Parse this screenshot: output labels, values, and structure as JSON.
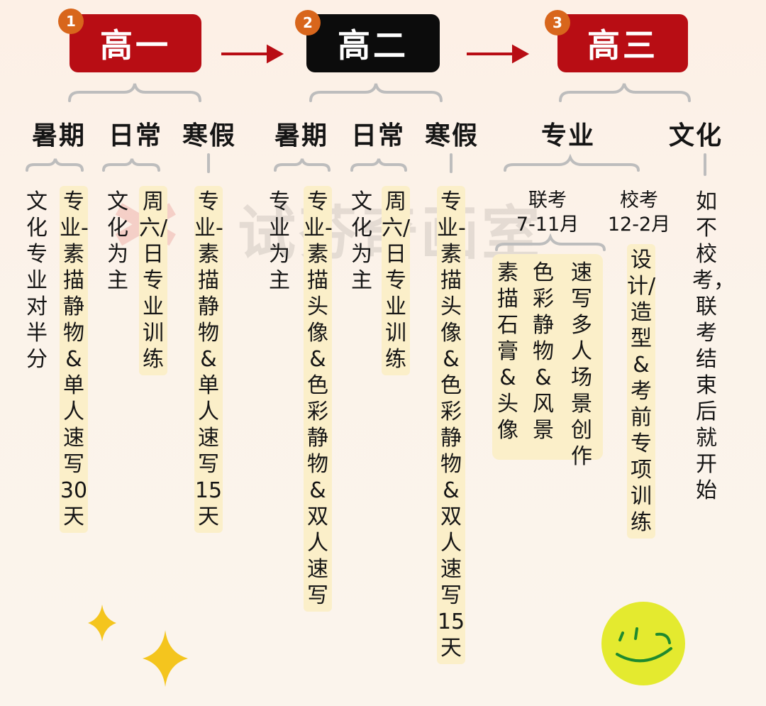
{
  "grades": [
    {
      "num": "1",
      "title": "高一",
      "color": "#b80d14"
    },
    {
      "num": "2",
      "title": "高二",
      "color": "#0c0c0c"
    },
    {
      "num": "3",
      "title": "高三",
      "color": "#b80d14"
    }
  ],
  "g1": {
    "summer": "暑期",
    "daily": "日常",
    "winter": "寒假",
    "summer_col1": "文化专业对半分",
    "summer_col2": "专业-素描静物&单人速写30天",
    "daily_col1": "文化为主",
    "daily_col2": "周六/日专业训练",
    "winter_col": "专业-素描静物&单人速写15天"
  },
  "g2": {
    "summer": "暑期",
    "daily": "日常",
    "winter": "寒假",
    "summer_col1": "专业为主",
    "summer_col2": "专业-素描头像&色彩静物&双人速写",
    "daily_col1": "文化为主",
    "daily_col2": "周六/日专业训练",
    "winter_col": "专业-素描头像&色彩静物&双人速写15天"
  },
  "g3": {
    "major": "专业",
    "culture": "文化",
    "joint_exam": "联考",
    "joint_time": "7-11月",
    "school_exam": "校考",
    "school_time": "12-2月",
    "joint_col1": "素描石膏&头像",
    "joint_col2": "色彩静物&风景",
    "joint_col3": "速写多人场景创作",
    "school_col": "设计/造型&考前专项训练",
    "culture_col": "如不校考，联考结束后就开始"
  },
  "watermark": "试芬奇画室",
  "colors": {
    "red": "#b80d14",
    "black": "#0c0c0c",
    "badge": "#d8661c",
    "highlight": "#fbefc9",
    "arrow": "#b80d14",
    "star": "#f4c51e",
    "smiley": "#e4ea2f"
  },
  "icons": [
    "arrow-right-icon",
    "sparkle-icon",
    "smiley-icon",
    "brace-icon"
  ]
}
